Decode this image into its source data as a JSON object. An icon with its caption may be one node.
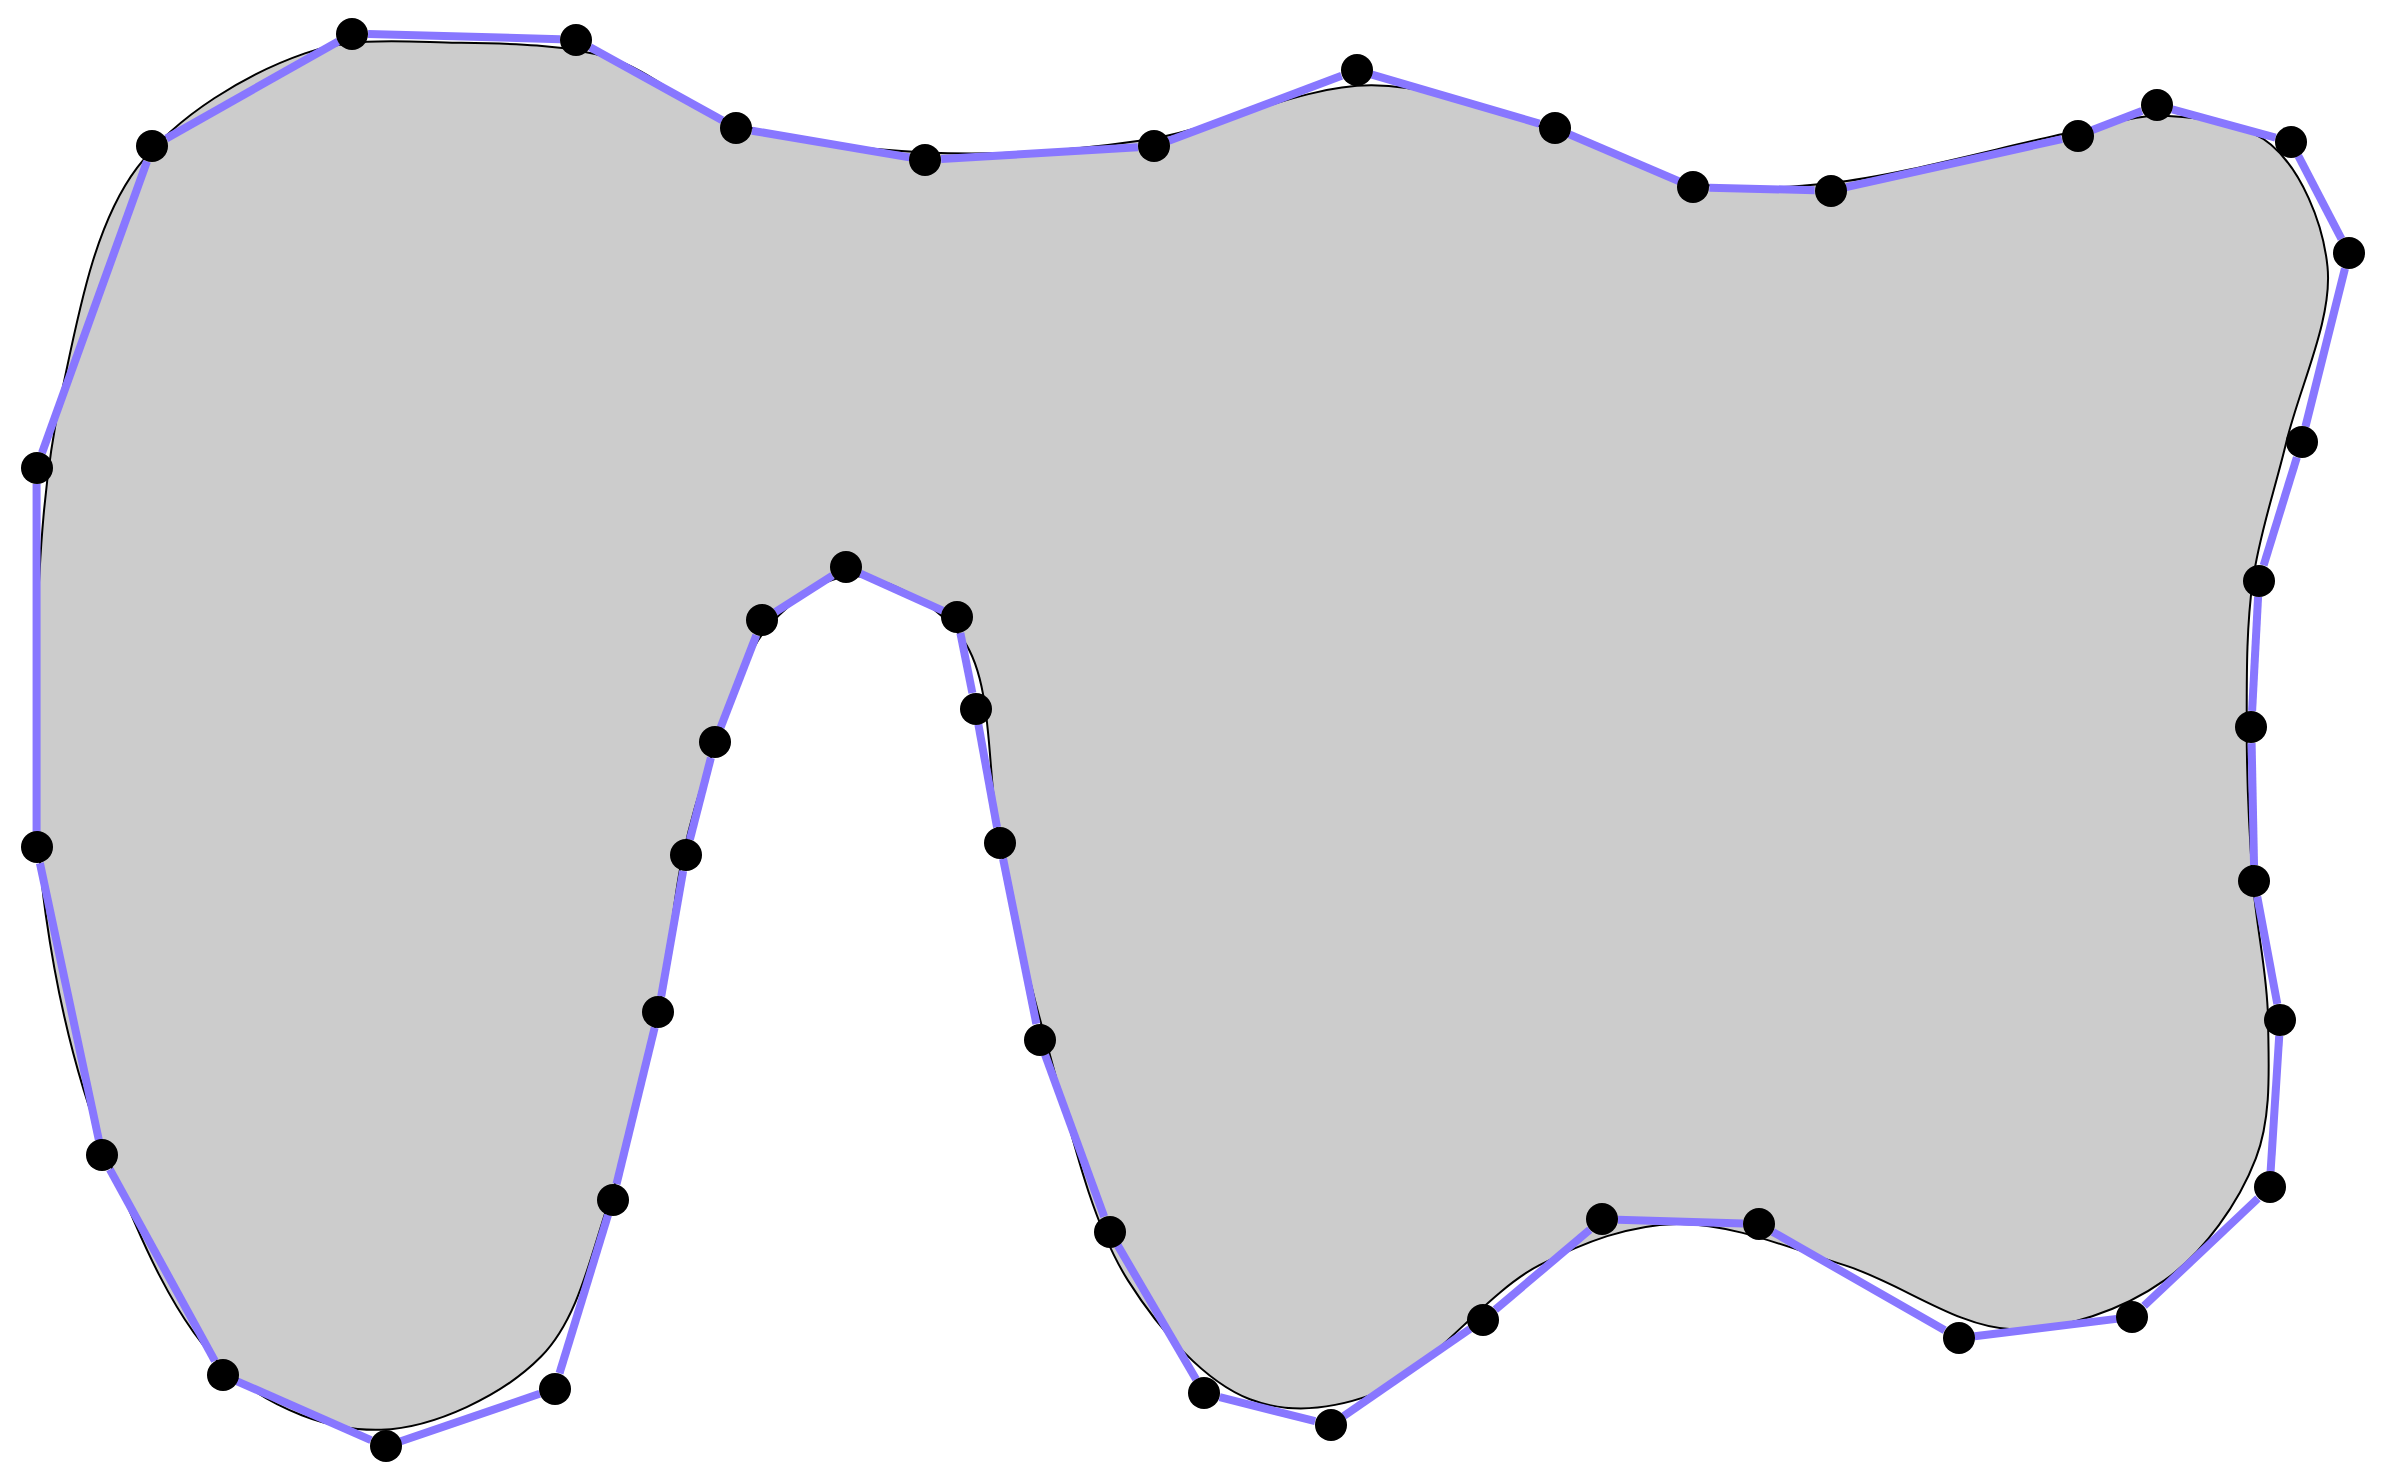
{
  "diagram": {
    "nodes": [
      {
        "text": [],
        "shape": "circle"
      },
      {
        "text": [],
        "shape": "circle"
      },
      {
        "text": [],
        "shape": "circle"
      },
      {
        "text": [],
        "shape": "circle"
      },
      {
        "text": [],
        "shape": "circle"
      },
      {
        "text": [],
        "shape": "circle"
      },
      {
        "text": [],
        "shape": "circle"
      },
      {
        "text": [],
        "shape": "circle"
      },
      {
        "text": [],
        "shape": "circle"
      },
      {
        "text": [],
        "shape": "circle"
      },
      {
        "text": [],
        "shape": "circle"
      },
      {
        "text": [],
        "shape": "circle"
      },
      {
        "text": [],
        "shape": "circle"
      },
      {
        "text": [],
        "shape": "circle"
      },
      {
        "text": [],
        "shape": "circle"
      },
      {
        "text": [],
        "shape": "circle"
      },
      {
        "text": [],
        "shape": "circle"
      },
      {
        "text": [],
        "shape": "circle"
      },
      {
        "text": [],
        "shape": "circle"
      },
      {
        "text": [],
        "shape": "circle"
      },
      {
        "text": [],
        "shape": "circle"
      },
      {
        "text": [],
        "shape": "circle"
      },
      {
        "text": [],
        "shape": "circle"
      },
      {
        "text": [],
        "shape": "circle"
      },
      {
        "text": [],
        "shape": "circle"
      },
      {
        "text": [],
        "shape": "circle"
      },
      {
        "text": [],
        "shape": "circle"
      },
      {
        "text": [],
        "shape": "circle"
      },
      {
        "text": [],
        "shape": "circle"
      },
      {
        "text": [],
        "shape": "circle"
      },
      {
        "text": [],
        "shape": "circle"
      },
      {
        "text": [],
        "shape": "circle"
      },
      {
        "text": [],
        "shape": "circle"
      },
      {
        "text": [],
        "shape": "circle"
      },
      {
        "text": [],
        "shape": "circle"
      },
      {
        "text": [],
        "shape": "circle"
      },
      {
        "text": [],
        "shape": "circle"
      },
      {
        "text": [],
        "shape": "circle"
      },
      {
        "text": [],
        "shape": "circle"
      },
      {
        "text": [],
        "shape": "circle"
      },
      {
        "text": [],
        "shape": "circle"
      },
      {
        "text": [],
        "shape": "circle"
      },
      {
        "text": [],
        "shape": "circle"
      },
      {
        "text": [],
        "shape": "circle"
      }
    ],
    "edges": [
      {
        "from": 0,
        "to": 1,
        "arrow": "none"
      },
      {
        "from": 1,
        "to": 2,
        "arrow": "none"
      },
      {
        "from": 2,
        "to": 3,
        "arrow": "none"
      },
      {
        "from": 3,
        "to": 4,
        "arrow": "none"
      },
      {
        "from": 4,
        "to": 5,
        "arrow": "none"
      },
      {
        "from": 5,
        "to": 6,
        "arrow": "none"
      },
      {
        "from": 6,
        "to": 7,
        "arrow": "none"
      },
      {
        "from": 7,
        "to": 8,
        "arrow": "none"
      },
      {
        "from": 8,
        "to": 9,
        "arrow": "none"
      },
      {
        "from": 9,
        "to": 10,
        "arrow": "none"
      },
      {
        "from": 10,
        "to": 11,
        "arrow": "none"
      },
      {
        "from": 11,
        "to": 12,
        "arrow": "none"
      },
      {
        "from": 12,
        "to": 13,
        "arrow": "none"
      },
      {
        "from": 13,
        "to": 14,
        "arrow": "none"
      },
      {
        "from": 14,
        "to": 15,
        "arrow": "none"
      },
      {
        "from": 15,
        "to": 16,
        "arrow": "none"
      },
      {
        "from": 16,
        "to": 17,
        "arrow": "none"
      },
      {
        "from": 17,
        "to": 18,
        "arrow": "none"
      },
      {
        "from": 18,
        "to": 19,
        "arrow": "none"
      },
      {
        "from": 19,
        "to": 20,
        "arrow": "none"
      },
      {
        "from": 20,
        "to": 21,
        "arrow": "none"
      },
      {
        "from": 21,
        "to": 22,
        "arrow": "none"
      },
      {
        "from": 22,
        "to": 23,
        "arrow": "none"
      },
      {
        "from": 23,
        "to": 24,
        "arrow": "none"
      },
      {
        "from": 24,
        "to": 25,
        "arrow": "none"
      },
      {
        "from": 25,
        "to": 26,
        "arrow": "none"
      },
      {
        "from": 26,
        "to": 27,
        "arrow": "none"
      },
      {
        "from": 27,
        "to": 28,
        "arrow": "none"
      },
      {
        "from": 28,
        "to": 29,
        "arrow": "none"
      },
      {
        "from": 29,
        "to": 30,
        "arrow": "none"
      },
      {
        "from": 30,
        "to": 31,
        "arrow": "none"
      },
      {
        "from": 31,
        "to": 32,
        "arrow": "none"
      },
      {
        "from": 32,
        "to": 33,
        "arrow": "none"
      },
      {
        "from": 33,
        "to": 34,
        "arrow": "none"
      },
      {
        "from": 34,
        "to": 35,
        "arrow": "none"
      },
      {
        "from": 35,
        "to": 36,
        "arrow": "none"
      },
      {
        "from": 36,
        "to": 37,
        "arrow": "none"
      },
      {
        "from": 37,
        "to": 38,
        "arrow": "none"
      },
      {
        "from": 38,
        "to": 39,
        "arrow": "none"
      },
      {
        "from": 39,
        "to": 40,
        "arrow": "none"
      },
      {
        "from": 40,
        "to": 41,
        "arrow": "none"
      },
      {
        "from": 41,
        "to": 42,
        "arrow": "none"
      },
      {
        "from": 42,
        "to": 43,
        "arrow": "none"
      },
      {
        "from": 43,
        "to": 0,
        "arrow": "none"
      }
    ]
  }
}
